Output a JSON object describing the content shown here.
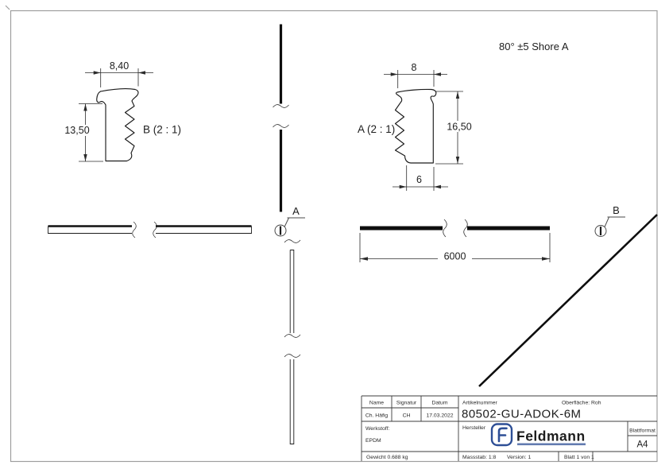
{
  "colors": {
    "drawing_line": "#1c1c1c",
    "frame_gray": "#9e9e9e",
    "logo_blue": "#2e4f96"
  },
  "notes": {
    "hardness": "80° ±5 Shore A"
  },
  "detail_b": {
    "label": "B (2 : 1)",
    "width_dim": "8,40",
    "height_dim": "13,50"
  },
  "detail_a": {
    "label": "A (2 : 1)",
    "width_top_dim": "8",
    "height_dim": "16,50",
    "width_bottom_dim": "6"
  },
  "views": {
    "length_dim": "6000",
    "detail_marker_a": "A",
    "detail_marker_b": "B"
  },
  "title_block": {
    "headers": {
      "name": "Name",
      "signatur": "Signatur",
      "datum": "Datum"
    },
    "values": {
      "name": "Ch. Häfig",
      "signatur": "CH",
      "datum": "17.03.2022"
    },
    "werkstoff_label": "Werkstoff:",
    "werkstoff_value": "EPDM",
    "gewicht": "Gewicht 0.688 kg",
    "artikelnummer_label": "Artikelnummer",
    "artikelnummer_value": "80502-GU-ADOK-6M",
    "oberflaeche": "Oberfläche:  Roh",
    "hersteller_label": "Hersteller",
    "logo_text": "Feldmann",
    "blattformat_label": "Blattformat",
    "blattformat_value": "A4",
    "massstab": "Massstab: 1:8",
    "version": "Version: 1",
    "blatt": "Blatt 1 von 1"
  }
}
